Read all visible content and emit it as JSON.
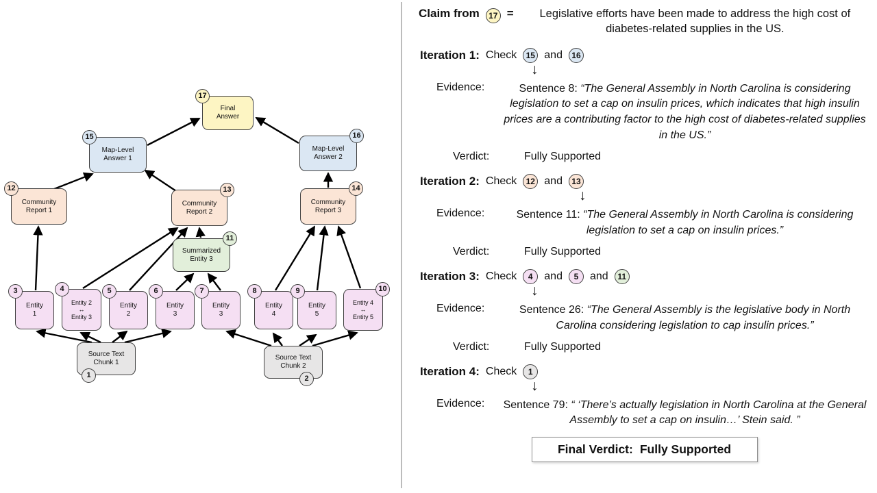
{
  "palette": {
    "yellow": "#FDF5C3",
    "blue": "#DBE7F3",
    "peach": "#FBE5D6",
    "pink": "#F5DFF3",
    "green": "#E2EFDA",
    "gray": "#E7E6E6",
    "outline": "#404040",
    "arrow": "#000000"
  },
  "diagram": {
    "nodes": {
      "n1": {
        "id": "1",
        "label": "Source Text\nChunk 1",
        "color": "gray"
      },
      "n2": {
        "id": "2",
        "label": "Source Text\nChunk 2",
        "color": "gray"
      },
      "n3": {
        "id": "3",
        "label": "Entity\n1",
        "color": "pink"
      },
      "n4": {
        "id": "4",
        "label": "Entity 2\n↔\nEntity 3",
        "color": "pink"
      },
      "n5": {
        "id": "5",
        "label": "Entity\n2",
        "color": "pink"
      },
      "n6": {
        "id": "6",
        "label": "Entity\n3",
        "color": "pink"
      },
      "n7": {
        "id": "7",
        "label": "Entity\n3",
        "color": "pink"
      },
      "n8": {
        "id": "8",
        "label": "Entity\n4",
        "color": "pink"
      },
      "n9": {
        "id": "9",
        "label": "Entity\n5",
        "color": "pink"
      },
      "n10": {
        "id": "10",
        "label": "Entity 4\n↔\nEntity 5",
        "color": "pink"
      },
      "n11": {
        "id": "11",
        "label": "Summarized\nEntity 3",
        "color": "green"
      },
      "n12": {
        "id": "12",
        "label": "Community\nReport 1",
        "color": "peach"
      },
      "n13": {
        "id": "13",
        "label": "Community\nReport 2",
        "color": "peach"
      },
      "n14": {
        "id": "14",
        "label": "Community\nReport 3",
        "color": "peach"
      },
      "n15": {
        "id": "15",
        "label": "Map-Level\nAnswer 1",
        "color": "blue"
      },
      "n16": {
        "id": "16",
        "label": "Map-Level\nAnswer 2",
        "color": "blue"
      },
      "n17": {
        "id": "17",
        "label": "Final\nAnswer",
        "color": "yellow"
      }
    },
    "edges": [
      "1→3",
      "1→4",
      "1→5",
      "1→6",
      "2→7",
      "2→8",
      "2→9",
      "2→10",
      "3→12",
      "4→13",
      "5→13",
      "6→11",
      "7→11",
      "11→13",
      "8→14",
      "9→14",
      "10→14",
      "12→15",
      "13→15",
      "14→16",
      "15→17",
      "16→17"
    ]
  },
  "right": {
    "claim": {
      "label": "Claim from",
      "badge": {
        "id": "17",
        "color": "yellow"
      },
      "equals": "=",
      "text": "Legislative efforts have been made to address the high cost of diabetes-related supplies in the US."
    },
    "words": {
      "check": "Check",
      "and": "and",
      "evidence": "Evidence:",
      "verdict": "Verdict:"
    },
    "iterations": [
      {
        "label": "Iteration 1:",
        "badges": [
          {
            "id": "15",
            "color": "blue"
          },
          {
            "id": "16",
            "color": "blue"
          }
        ],
        "sentence": "Sentence 8:",
        "quote": "“The General Assembly in North Carolina is considering legislation to set a cap on insulin prices, which indicates that high insulin prices are a contributing factor to the high cost of diabetes-related supplies in the US.”",
        "verdict": "Fully Supported"
      },
      {
        "label": "Iteration 2:",
        "badges": [
          {
            "id": "12",
            "color": "peach"
          },
          {
            "id": "13",
            "color": "peach"
          }
        ],
        "sentence": "Sentence 11:",
        "quote": "“The General Assembly in North Carolina is considering legislation to set a cap on insulin prices.”",
        "verdict": "Fully Supported"
      },
      {
        "label": "Iteration 3:",
        "badges": [
          {
            "id": "4",
            "color": "pink"
          },
          {
            "id": "5",
            "color": "pink"
          },
          {
            "id": "11",
            "color": "green"
          }
        ],
        "sentence": "Sentence 26:",
        "quote": "“The General Assembly is the legislative body in North Carolina considering legislation to cap insulin prices.”",
        "verdict": "Fully Supported"
      },
      {
        "label": "Iteration 4:",
        "badges": [
          {
            "id": "1",
            "color": "gray"
          }
        ],
        "sentence": "Sentence 79:",
        "quote": "“ ‘There’s actually legislation in North Carolina at the General Assembly to set a cap on insulin…’ Stein said. ”"
      }
    ],
    "final_verdict": {
      "label": "Final Verdict:",
      "value": "Fully Supported"
    }
  }
}
